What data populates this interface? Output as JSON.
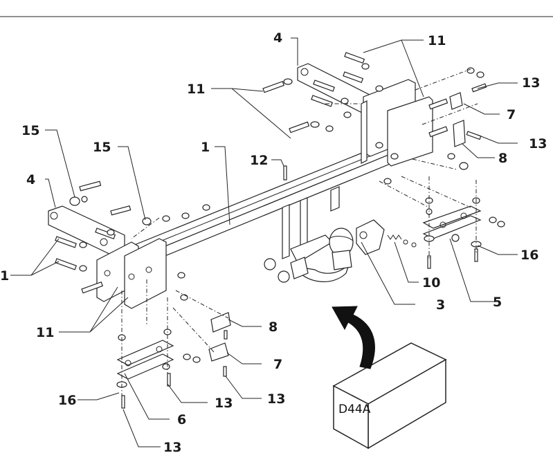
{
  "diagram": {
    "callouts": {
      "c4_top": "4",
      "c11_topright": "11",
      "c11_left": "11",
      "c13_a": "13",
      "c7_top": "7",
      "c13_b": "13",
      "c8_top": "8",
      "c15_a": "15",
      "c15_b": "15",
      "c1_mid": "1",
      "c12": "12",
      "c4_left": "4",
      "c1_left": "1",
      "c16_right": "16",
      "c10": "10",
      "c5": "5",
      "c3": "3",
      "c11_bottom": "11",
      "c8_bottom": "8",
      "c7_bottom": "7",
      "c16_left": "16",
      "c13_c": "13",
      "c13_d": "13",
      "c6": "6",
      "c13_e": "13"
    },
    "box_label": "D44A"
  }
}
